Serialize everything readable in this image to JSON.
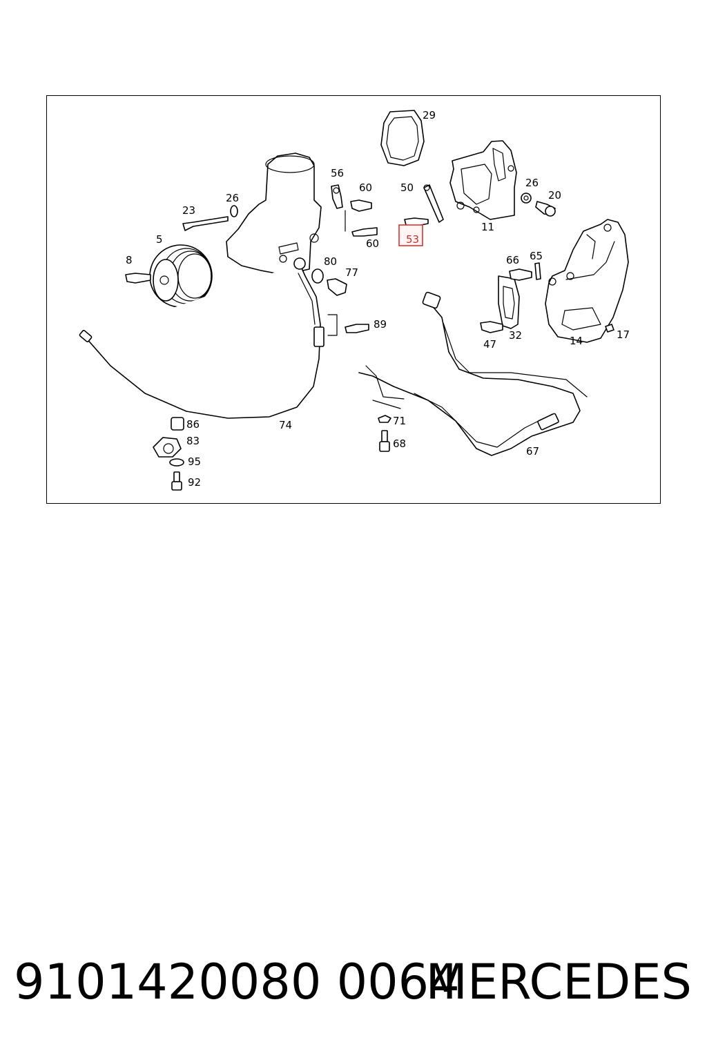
{
  "diagram": {
    "callouts": {
      "c29": "29",
      "c56": "56",
      "c60a": "60",
      "c50": "50",
      "c26a": "26",
      "c20": "20",
      "c23": "23",
      "c26b": "26",
      "c11": "11",
      "c5": "5",
      "c60b": "60",
      "c53": "53",
      "c8": "8",
      "c80": "80",
      "c66": "66",
      "c65": "65",
      "c77": "77",
      "c89": "89",
      "c47": "47",
      "c32": "32",
      "c14": "14",
      "c17": "17",
      "c86": "86",
      "c74": "74",
      "c71": "71",
      "c83": "83",
      "c68": "68",
      "c95": "95",
      "c67": "67",
      "c92": "92"
    },
    "highlighted_callout": "53",
    "highlight_color": "#e03030"
  },
  "footer": {
    "part_number": "9101420080 0064",
    "brand": "MERCEDES"
  }
}
